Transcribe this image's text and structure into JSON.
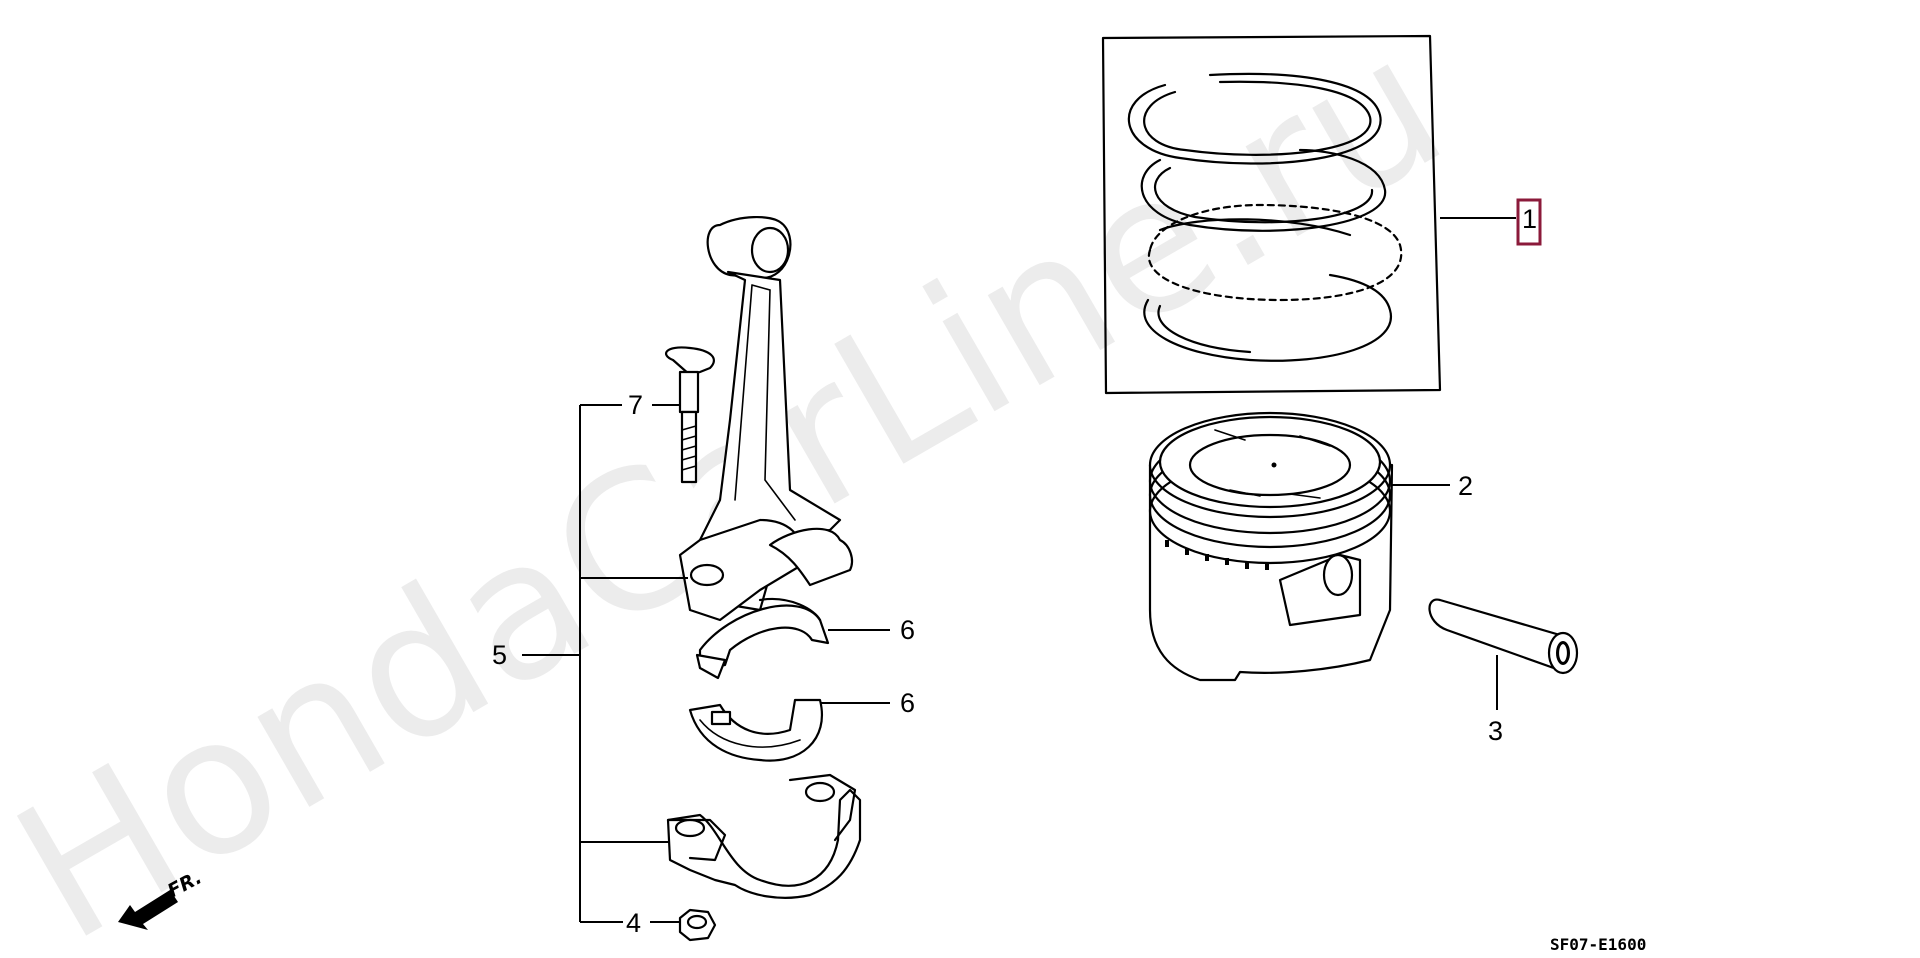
{
  "watermark": "HondaCarLine.ru",
  "diagram_code": "SF07-E1600",
  "direction_label": "FR.",
  "highlight_color": "#8b1a3a",
  "callouts": {
    "piston_ring_set": "1",
    "piston": "2",
    "piston_pin": "3",
    "nut": "4",
    "connecting_rod_assembly": "5",
    "bearing_upper": "6",
    "bearing_lower": "6",
    "rod_bolt": "7"
  }
}
